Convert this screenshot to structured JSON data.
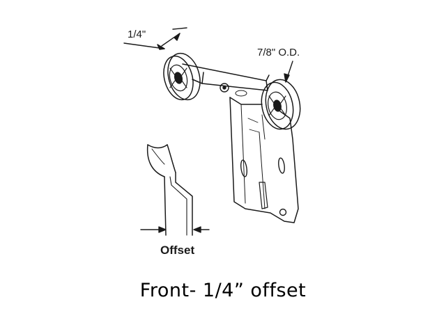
{
  "labels": {
    "roller_width": "1/4\"",
    "roller_diameter": "7/8\" O.D.",
    "offset": "Offset"
  },
  "caption": "Front- 1/4” offset"
}
